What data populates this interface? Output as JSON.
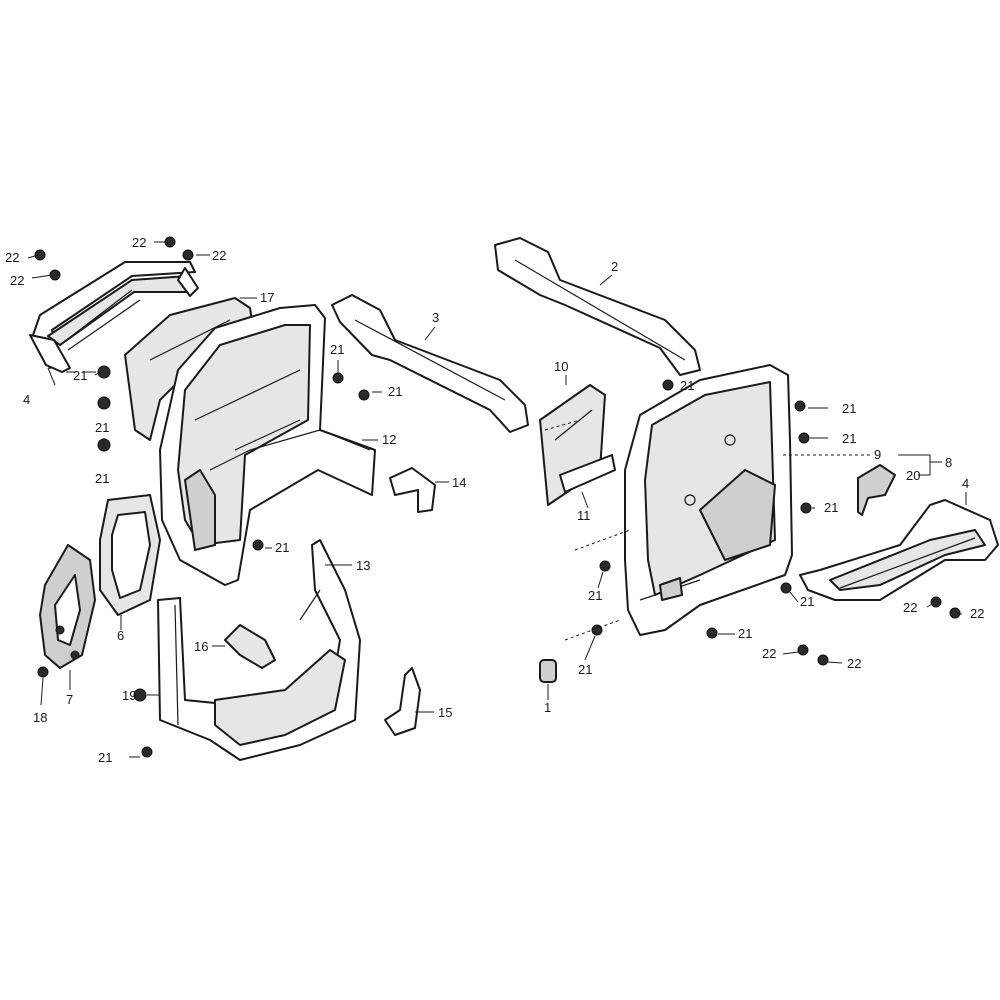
{
  "callouts": {
    "c1": "1",
    "c2": "2",
    "c3": "3",
    "c4a": "4",
    "c4b": "4",
    "c6": "6",
    "c7": "7",
    "c8": "8",
    "c9": "9",
    "c10": "10",
    "c11": "11",
    "c12": "12",
    "c13": "13",
    "c14": "14",
    "c15": "15",
    "c16": "16",
    "c17": "17",
    "c18": "18",
    "c19": "19",
    "c20": "20",
    "c21": "21",
    "c22": "22"
  }
}
